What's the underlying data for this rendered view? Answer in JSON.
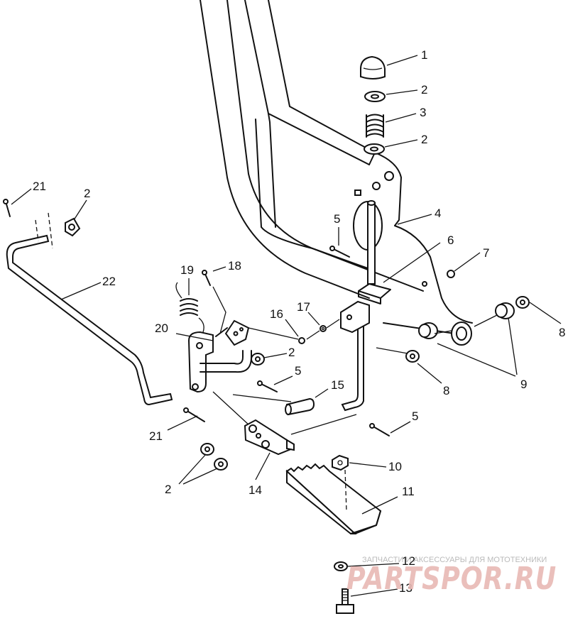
{
  "callouts": [
    {
      "id": "c1",
      "text": "1"
    },
    {
      "id": "c2a",
      "text": "2"
    },
    {
      "id": "c3",
      "text": "3"
    },
    {
      "id": "c2b",
      "text": "2"
    },
    {
      "id": "c4",
      "text": "4"
    },
    {
      "id": "c5a",
      "text": "5"
    },
    {
      "id": "c6",
      "text": "6"
    },
    {
      "id": "c7",
      "text": "7"
    },
    {
      "id": "c8a",
      "text": "8"
    },
    {
      "id": "c9",
      "text": "9"
    },
    {
      "id": "c8b",
      "text": "8"
    },
    {
      "id": "c21a",
      "text": "21"
    },
    {
      "id": "c2c",
      "text": "2"
    },
    {
      "id": "c22",
      "text": "22"
    },
    {
      "id": "c19",
      "text": "19"
    },
    {
      "id": "c18",
      "text": "18"
    },
    {
      "id": "c16",
      "text": "16"
    },
    {
      "id": "c17",
      "text": "17"
    },
    {
      "id": "c20",
      "text": "20"
    },
    {
      "id": "c2d",
      "text": "2"
    },
    {
      "id": "c5b",
      "text": "5"
    },
    {
      "id": "c15",
      "text": "15"
    },
    {
      "id": "c21b",
      "text": "21"
    },
    {
      "id": "c5c",
      "text": "5"
    },
    {
      "id": "c2e",
      "text": "2"
    },
    {
      "id": "c14",
      "text": "14"
    },
    {
      "id": "c10",
      "text": "10"
    },
    {
      "id": "c11",
      "text": "11"
    },
    {
      "id": "c12",
      "text": "12"
    },
    {
      "id": "c13",
      "text": "13"
    }
  ],
  "watermark": {
    "logo": "PARTSPOR.RU",
    "tagline": "ЗАПЧАСТИ И АКСЕССУАРЫ ДЛЯ МОТОТЕХНИКИ"
  }
}
